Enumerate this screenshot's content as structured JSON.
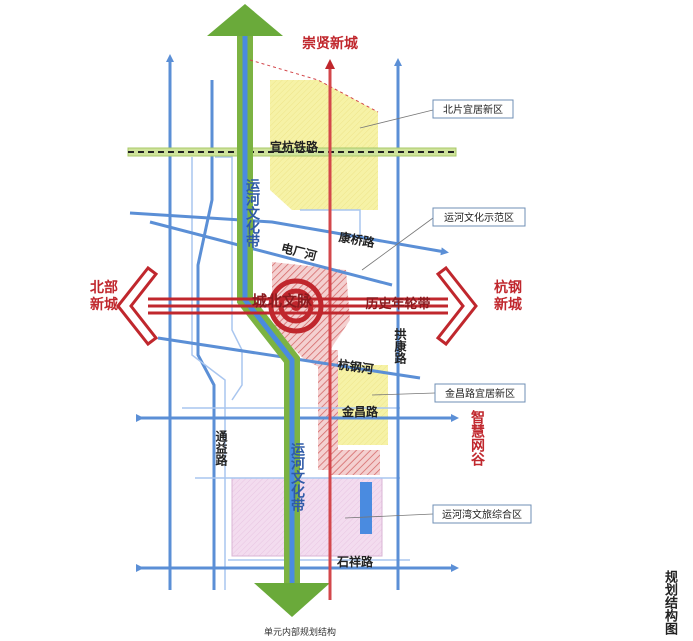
{
  "labels": {
    "chongxian": "崇贤新城",
    "beibu": "北部新城",
    "hanggang": "杭钢新城",
    "zhihui": "智慧网谷",
    "xuanhang": "宣杭铁路",
    "kangqiao": "康桥路",
    "dianchang": "电厂河",
    "yunhe_belt": "运河文化带",
    "chengbei": "城北文脉",
    "lishi": "历史年轮带",
    "gongkang": "拱康路",
    "hanggang_river": "杭钢河",
    "jinchang_road": "金昌路",
    "tongyi": "通益路",
    "shixiang": "石祥路"
  },
  "callouts": {
    "north_residential": "北片宜居新区",
    "yunhe_demo": "运河文化示范区",
    "jinchang_residential": "金昌路宜居新区",
    "yunhe_bay": "运河湾文旅综合区"
  },
  "caption": "单元内部规划结构",
  "side_title": "规划结构图",
  "colors": {
    "green": "#7cb342",
    "dark_green": "#4e8f2a",
    "blue": "#5b8fd6",
    "light_blue": "#a9c6ef",
    "red": "#c0272d",
    "yellow": "#f6f2a6",
    "pink_hatch": "#e8a3a3",
    "lavender": "#f0d6ec"
  }
}
